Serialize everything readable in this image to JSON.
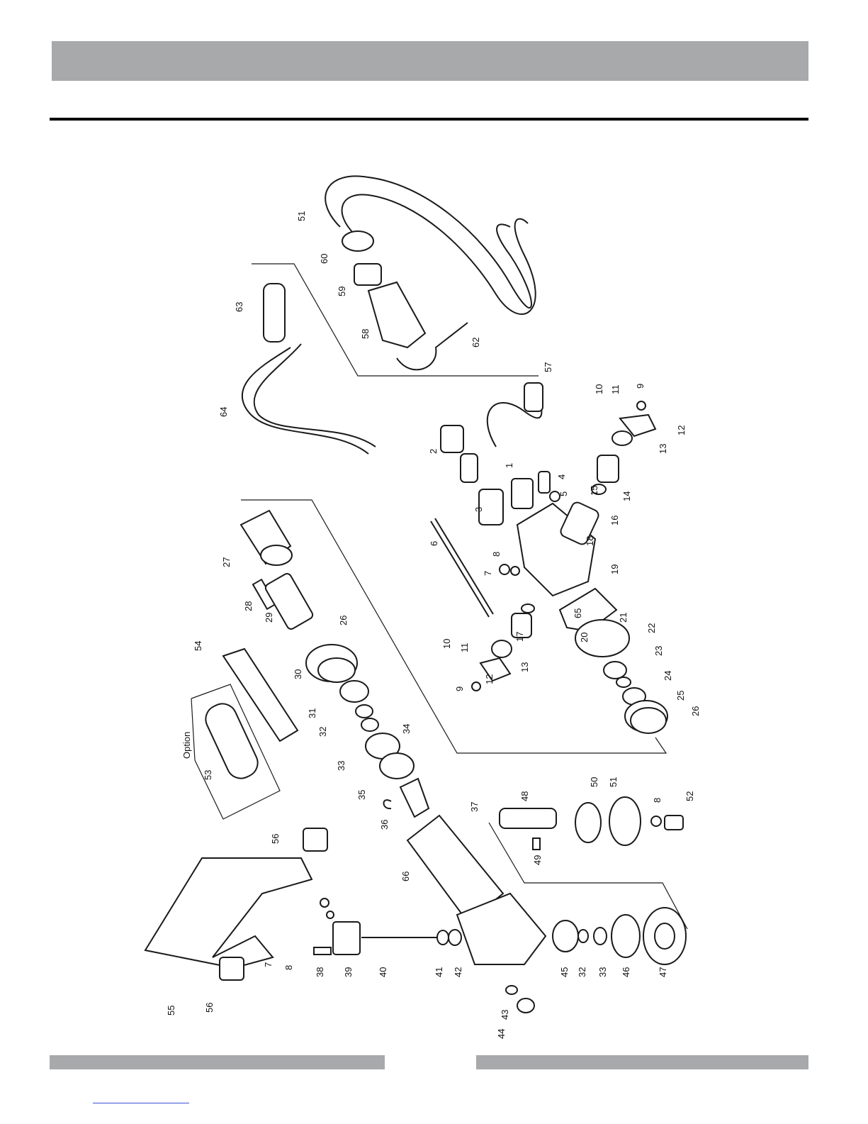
{
  "option_label": "Option",
  "callouts": [
    "51",
    "60",
    "59",
    "63",
    "58",
    "62",
    "64",
    "57",
    "10",
    "11",
    "9",
    "12",
    "13",
    "2",
    "1",
    "4",
    "5",
    "14",
    "15",
    "3",
    "16",
    "18",
    "8",
    "6",
    "7",
    "19",
    "65",
    "17",
    "21",
    "20",
    "22",
    "23",
    "24",
    "25",
    "26",
    "10",
    "11",
    "9",
    "12",
    "13",
    "27",
    "28",
    "29",
    "26",
    "30",
    "54",
    "31",
    "32",
    "33",
    "34",
    "53",
    "35",
    "36",
    "48",
    "50",
    "51",
    "8",
    "52",
    "37",
    "49",
    "66",
    "56",
    "7",
    "8",
    "38",
    "39",
    "40",
    "41",
    "42",
    "45",
    "32",
    "33",
    "46",
    "47",
    "43",
    "44",
    "55",
    "56"
  ]
}
